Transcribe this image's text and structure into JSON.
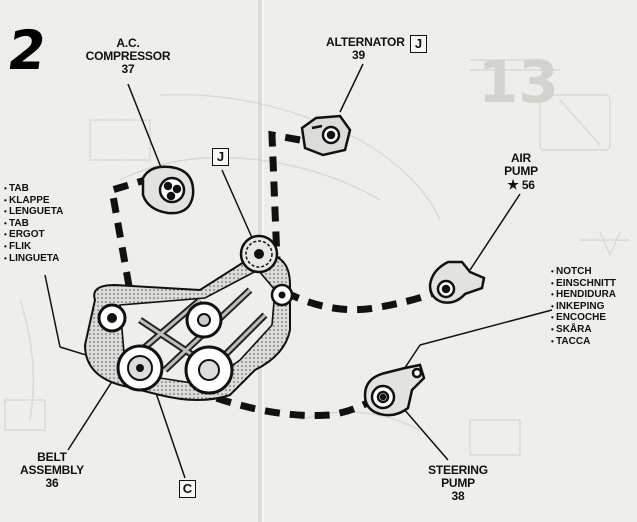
{
  "step_number": "2",
  "labels": {
    "ac_compressor": {
      "line1": "A.C.",
      "line2": "COMPRESSOR",
      "number": "37"
    },
    "alternator": {
      "name": "ALTERNATOR",
      "number": "39",
      "box": "J"
    },
    "air_pump": {
      "line1": "AIR",
      "line2": "PUMP",
      "star": "★",
      "number": "56"
    },
    "belt_assembly": {
      "line1": "BELT",
      "line2": "ASSEMBLY",
      "number": "36"
    },
    "steering_pump": {
      "line1": "STEERING",
      "line2": "PUMP",
      "number": "38"
    },
    "idler_box": "J",
    "belt_box": "C"
  },
  "tab_terms": [
    "TAB",
    "KLAPPE",
    "LENGUETA",
    "TAB",
    "ERGOT",
    "FLIK",
    "LINGUETA"
  ],
  "notch_terms": [
    "NOTCH",
    "EINSCHNITT",
    "HENDIDURA",
    "INKEPING",
    "ENCOCHE",
    "SKÅRA",
    "TACCA"
  ],
  "background_page_number": "13",
  "colors": {
    "ink": "#111111",
    "paper": "#eeeeea",
    "ghost": "#cfcfcb"
  }
}
